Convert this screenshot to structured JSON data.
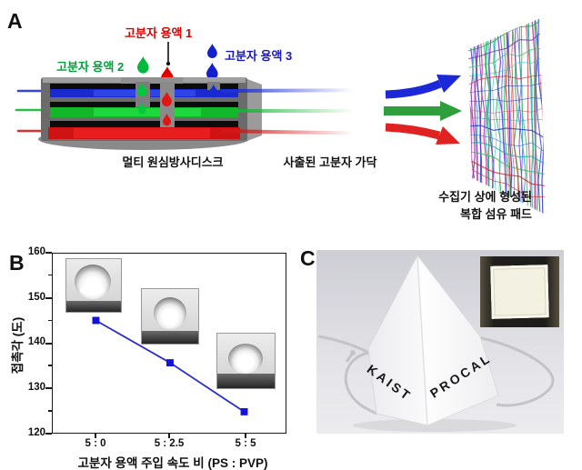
{
  "figure": {
    "background": "#ffffff",
    "panel_a": {
      "label": "A",
      "solution1": {
        "label": "고분자 용액 1",
        "color": "#e00000"
      },
      "solution2": {
        "label": "고분자 용액 2",
        "color": "#00a23c"
      },
      "solution3": {
        "label": "고분자 용액 3",
        "color": "#1616c8"
      },
      "disk_caption": "멀티 원심방사디스크",
      "strand_caption": "사출된 고분자 가닥",
      "pad_caption_line1": "수집기 상에 형성된",
      "pad_caption_line2": "복합 섬유 패드",
      "stream_colors": {
        "top": "#2030d8",
        "middle": "#10b830",
        "bottom": "#d81818"
      }
    },
    "panel_b": {
      "label": "B"
    },
    "panel_c": {
      "label": "C",
      "mask_text_left": "KAIST",
      "mask_text_right": "PROCAL"
    }
  },
  "chart_data": {
    "type": "line",
    "categories": [
      "5 : 0",
      "5 : 2.5",
      "5 : 5"
    ],
    "series": [
      {
        "name": "접촉각",
        "values": [
          145,
          135.5,
          124.5
        ]
      }
    ],
    "xlabel": "고분자 용액 주입 속도 비 (PS : PVP)",
    "ylabel": "접촉각 (도)",
    "ylim": [
      120,
      160
    ],
    "yticks": [
      "120",
      "130",
      "140",
      "150",
      "160"
    ],
    "grid": false,
    "legend": false,
    "marker": "square",
    "line_color": "#2a2ace",
    "marker_color": "#1414d8",
    "insets": [
      "water-droplet-photo-1",
      "water-droplet-photo-2",
      "water-droplet-photo-3"
    ]
  }
}
